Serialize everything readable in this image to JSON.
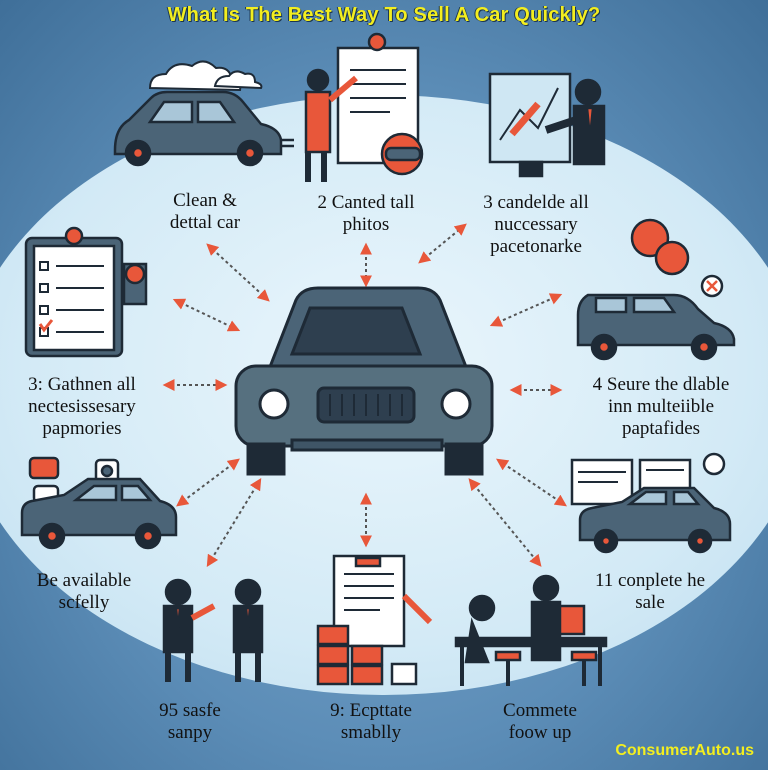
{
  "title": "What Is The Best Way To Sell A Car Quickly?",
  "brand": "ConsumerAuto.us",
  "steps": [
    {
      "line1": "Clean &",
      "line2": "dettal car",
      "line3": ""
    },
    {
      "line1": "2 Canted tall",
      "line2": "phitos",
      "line3": ""
    },
    {
      "line1": "3 candelde  all",
      "line2": "nuccessary",
      "line3": "pacetonarke"
    },
    {
      "line1": "3: Gathnen all",
      "line2": "nectesissesary",
      "line3": "papmories"
    },
    {
      "line1": "4 Seure  the dlable",
      "line2": "inn multeiible",
      "line3": "paptafides"
    },
    {
      "line1": "Be available",
      "line2": "scfelly",
      "line3": ""
    },
    {
      "line1": "11 conplete he",
      "line2": "sale",
      "line3": ""
    },
    {
      "line1": "95 sasfe",
      "line2": "sanpy",
      "line3": ""
    },
    {
      "line1": "9: Ecpttate",
      "line2": "smablly",
      "line3": ""
    },
    {
      "line1": "Commete",
      "line2": "foow up",
      "line3": ""
    }
  ],
  "colors": {
    "accent": "#e8573a",
    "title": "#f3ee1f",
    "car": "#4b6477",
    "dark": "#1e2a36"
  }
}
